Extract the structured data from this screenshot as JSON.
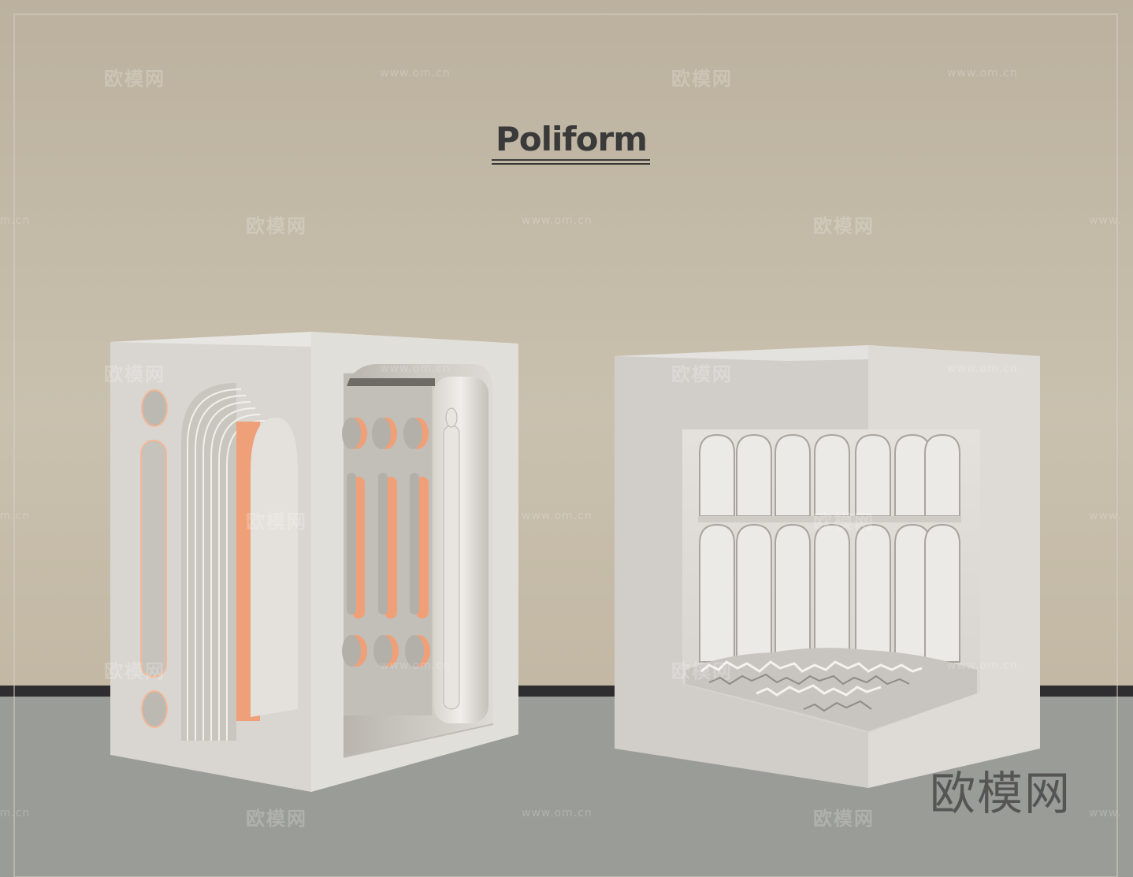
{
  "brand": {
    "name": "Poliform"
  },
  "watermark": {
    "cn": "欧模网",
    "url": "www.om.cn",
    "corner_logo": "欧模网"
  },
  "colors": {
    "wall_top": "#bdb2a0",
    "wall_mid": "#c8bfad",
    "floor": "#9a9c97",
    "baseboard": "#2e2e30",
    "cabinet_light": "#e2dfda",
    "cabinet_mid": "#cac6c0",
    "cabinet_dark": "#a8a49e",
    "accent_orange": "#f0a078"
  }
}
